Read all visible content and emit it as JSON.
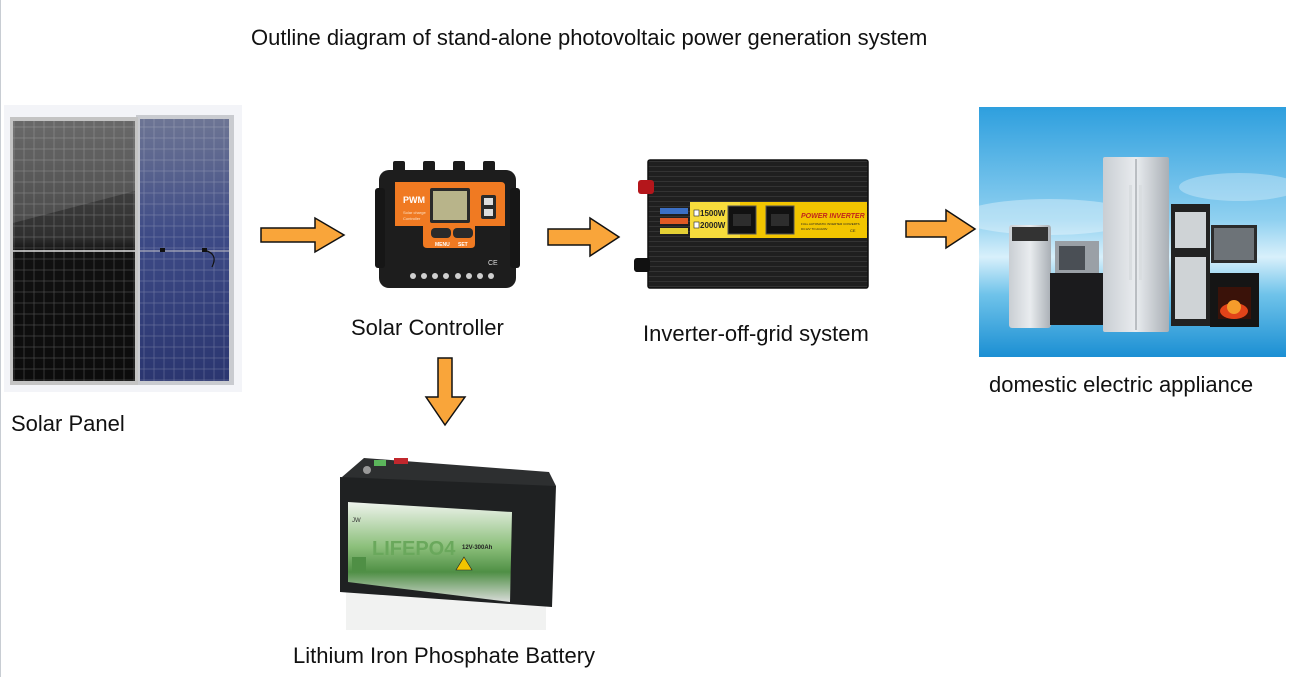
{
  "title": "Outline diagram of stand-alone photovoltaic power generation system",
  "colors": {
    "arrow_fill": "#f9a53a",
    "arrow_stroke": "#111111",
    "controller_orange": "#f07a22",
    "inverter_label_yellow": "#f2c500",
    "sky_blue": "#3aa7e0"
  },
  "components": [
    {
      "id": "solar-panel",
      "label": "Solar Panel"
    },
    {
      "id": "solar-controller",
      "label": "Solar Controller",
      "display_text": "PWM",
      "buttons": [
        "MENU",
        "SET"
      ]
    },
    {
      "id": "inverter",
      "label": "Inverter-off-grid system",
      "brand_text": "POWER INVERTER",
      "options": [
        "1500W",
        "2000W"
      ],
      "subtitle": "FULL AUTOMATIC INVERTER CONVERTS DC12V TO AC220V"
    },
    {
      "id": "appliances",
      "label": "domestic electric appliance"
    },
    {
      "id": "battery",
      "label": "Lithium Iron Phosphate Battery",
      "brand": "JW",
      "chem": "LIFEPO4",
      "rating": "12V-300Ah"
    }
  ],
  "flows": [
    {
      "from": "Solar Panel",
      "to": "Solar Controller",
      "direction": "right"
    },
    {
      "from": "Solar Controller",
      "to": "Inverter-off-grid system",
      "direction": "right"
    },
    {
      "from": "Inverter-off-grid system",
      "to": "domestic electric appliance",
      "direction": "right"
    },
    {
      "from": "Solar Controller",
      "to": "Lithium Iron Phosphate Battery",
      "direction": "down"
    }
  ]
}
